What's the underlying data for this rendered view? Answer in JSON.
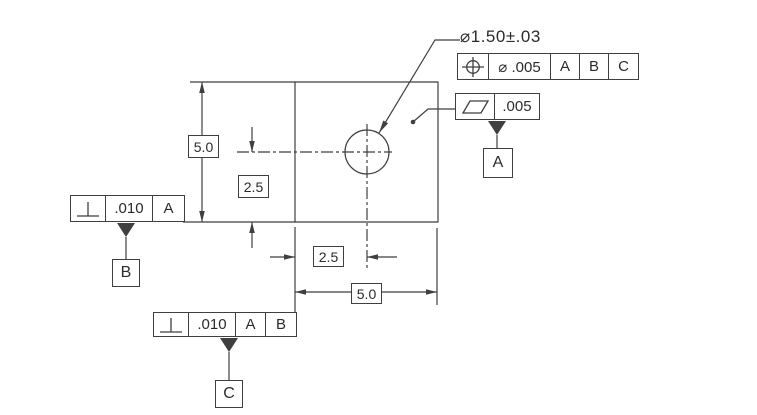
{
  "colors": {
    "line": "#3f3f3f",
    "text": "#2b2b2b",
    "background": "#ffffff"
  },
  "part": {
    "hole_callout": "⌀1.50±.03",
    "dimensions": {
      "overall_height": "5.0",
      "hole_center_from_bottom": "2.5",
      "hole_center_from_left": "2.5",
      "overall_width": "5.0"
    },
    "fcf_position": {
      "symbol": "position-icon",
      "tolerance": "⌀ .005",
      "datum_1": "A",
      "datum_2": "B",
      "datum_3": "C"
    },
    "fcf_flatness": {
      "symbol": "flatness-icon",
      "tolerance": ".005",
      "datum_flag": "A"
    },
    "fcf_perpendicularity_left": {
      "symbol": "perpendicularity-icon",
      "tolerance": ".010",
      "datum_1": "A",
      "datum_flag": "B"
    },
    "fcf_perpendicularity_bottom": {
      "symbol": "perpendicularity-icon",
      "tolerance": ".010",
      "datum_1": "A",
      "datum_2": "B",
      "datum_flag": "C"
    }
  }
}
